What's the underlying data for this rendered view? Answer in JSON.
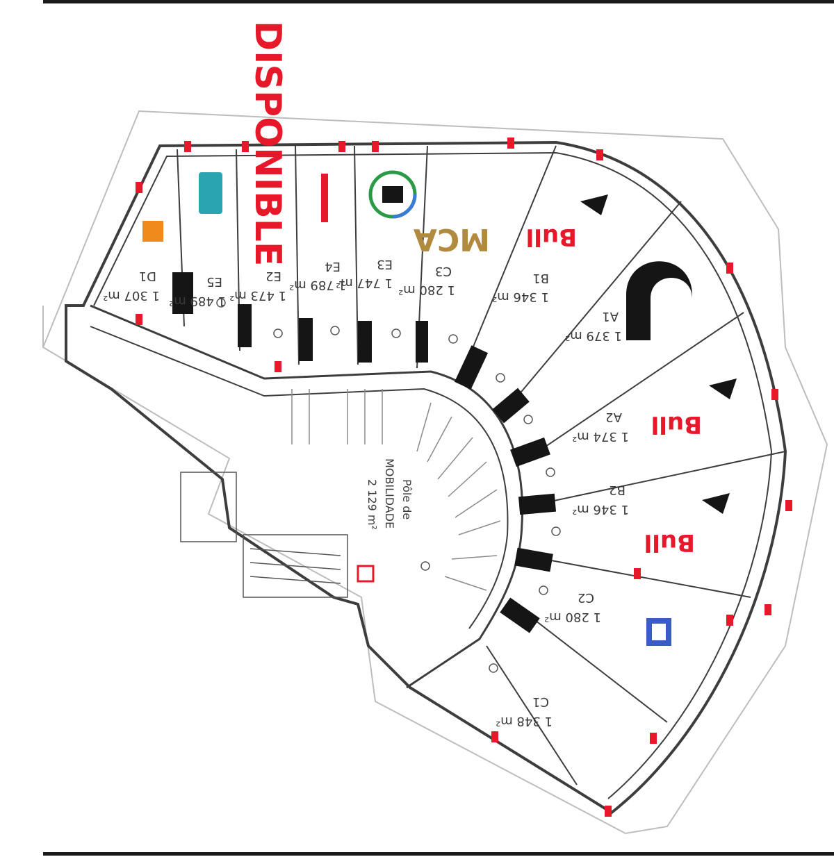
{
  "plan": {
    "overlay_label": "DISPONIBLE",
    "brand_mirror_text": "Bull",
    "units": [
      {
        "id": "A1",
        "code": "A1",
        "area": "1 379 m²",
        "logo": "brand-u-logo"
      },
      {
        "id": "A2",
        "code": "A2",
        "area": "1 374 m²",
        "logo": "bull-logo"
      },
      {
        "id": "B2",
        "code": "B2",
        "area": "1 346 m²",
        "logo": "bull-logo"
      },
      {
        "id": "B1",
        "code": "B1",
        "area": "1 346 m²",
        "logo": "bull-logo"
      },
      {
        "id": "C3",
        "code": "C3",
        "area": "1 280 m²",
        "logo": "mca-logo"
      },
      {
        "id": "C2",
        "code": "C2",
        "area": "1 280 m²",
        "logo": "shield-logo"
      },
      {
        "id": "E3",
        "code": "E3",
        "area": "1 747 m²",
        "logo": "circle-logo"
      },
      {
        "id": "E4",
        "code": "E4",
        "area": "1 789 m²",
        "logo": "brand-red-text"
      },
      {
        "id": "E2",
        "code": "E2",
        "area": "1 473 m²",
        "logo": "disponible"
      },
      {
        "id": "E5",
        "code": "E5",
        "area": "1 489 m²",
        "logo": "teal-logo"
      },
      {
        "id": "D1",
        "code": "D1",
        "area": "1 307 m²",
        "logo": "orange-logo"
      },
      {
        "id": "C1",
        "code": "C1",
        "area": "1 348 m²",
        "logo": "none"
      }
    ],
    "center": {
      "title": "Pôle de",
      "subtitle": "MOBILIDADE",
      "area": "2 129 m²"
    },
    "colors": {
      "outline": "#3d3d3d",
      "red": "#e8182b",
      "dark": "#151515"
    }
  }
}
